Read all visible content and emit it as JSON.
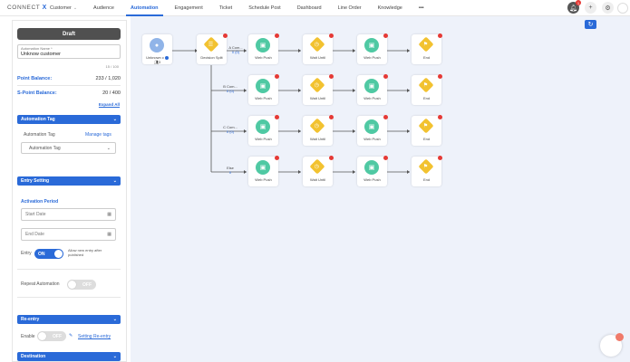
{
  "nav": {
    "brand": "CONNECT",
    "brand_mark": "X",
    "items": [
      {
        "label": "Customer",
        "caret": "⌄"
      },
      {
        "label": "Audience"
      },
      {
        "label": "Automation",
        "active": true
      },
      {
        "label": "Engagement"
      },
      {
        "label": "Ticket"
      },
      {
        "label": "Schedule Post"
      },
      {
        "label": "Dashboard"
      },
      {
        "label": "Line Order"
      },
      {
        "label": "Knowledge"
      }
    ],
    "more": "•••",
    "notification_badge": "1"
  },
  "panel": {
    "status_button": "Draft",
    "name_label": "Automation Name *",
    "name_value": "Unknow customer",
    "char_count": "15 / 100",
    "point_balance_label": "Point Balance:",
    "point_balance_value": "233 / 1,020",
    "spoint_balance_label": "S-Point Balance:",
    "spoint_balance_value": "20 / 400",
    "expand_all": "Expand All",
    "automation_tag": {
      "title": "Automation Tag",
      "label": "Automation Tag",
      "manage": "Manage tags",
      "select_placeholder": "Automation Tag"
    },
    "entry_setting": {
      "title": "Entry Setting",
      "activation_period": "Activation Period",
      "start_placeholder": "Start Date",
      "end_placeholder": "End Date",
      "entry_label": "Entry",
      "entry_toggle": "ON",
      "entry_hint": "Allow new entry after published",
      "repeat_label": "Repeat Automation",
      "repeat_toggle": "OFF"
    },
    "reentry": {
      "title": "Re-entry",
      "enable_label": "Enable",
      "enable_toggle": "OFF",
      "setting_link": "Setting Re-entry"
    },
    "destination": {
      "title": "Destination"
    }
  },
  "flow": {
    "start": {
      "label": "Unknown c",
      "count": "3"
    },
    "decision": {
      "label": "Decision Split"
    },
    "branches": [
      {
        "label": "A Com...",
        "count": "0 (0)"
      },
      {
        "label": "B Com...",
        "count": "0 (0)"
      },
      {
        "label": "C Com...",
        "count": "0 (0)"
      },
      {
        "label": "Else",
        "count": "0"
      }
    ],
    "step_labels": {
      "web_push": "Web Push",
      "wait": "Wait Until",
      "end": "End"
    }
  },
  "colors": {
    "accent": "#2a6ad8",
    "canvas_bg": "#eef2fa",
    "web_push": "#4fc9a3",
    "wait": "#f2c230",
    "end": "#f2c230",
    "delete": "#e53935"
  }
}
